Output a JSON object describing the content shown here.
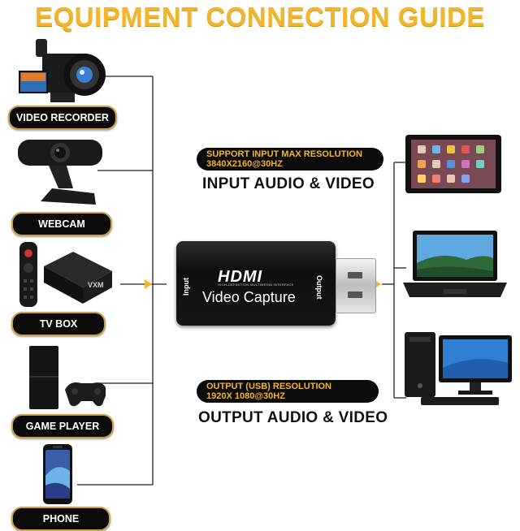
{
  "title": "EQUIPMENT CONNECTION GUIDE",
  "devices": {
    "video_recorder": "VIDEO RECORDER",
    "webcam": "WEBCAM",
    "tv_box": "TV BOX",
    "game_player": "GAME PLAYER",
    "phone": "PHONE"
  },
  "input_spec": {
    "line1": "SUPPORT INPUT MAX RESOLUTION",
    "line2": "3840X2160@30HZ"
  },
  "input_title": "INPUT AUDIO & VIDEO",
  "output_spec": {
    "line1": "OUTPUT (USB) RESOLUTION",
    "line2": "1920X 1080@30HZ"
  },
  "output_title": "OUTPUT AUDIO & VIDEO",
  "capture_device": {
    "logo": "HDMI",
    "logo_sub": "HIGH-DEFINITION MULTIMEDIA INTERFACE",
    "name": "Video Capture",
    "input_label": "Input",
    "output_label": "Output",
    "tvbox_brand": "VXM"
  },
  "colors": {
    "accent": "#f3b62b",
    "pill_bg": "#0b0b0b",
    "pill_border": "#caa049",
    "line": "#222222"
  }
}
